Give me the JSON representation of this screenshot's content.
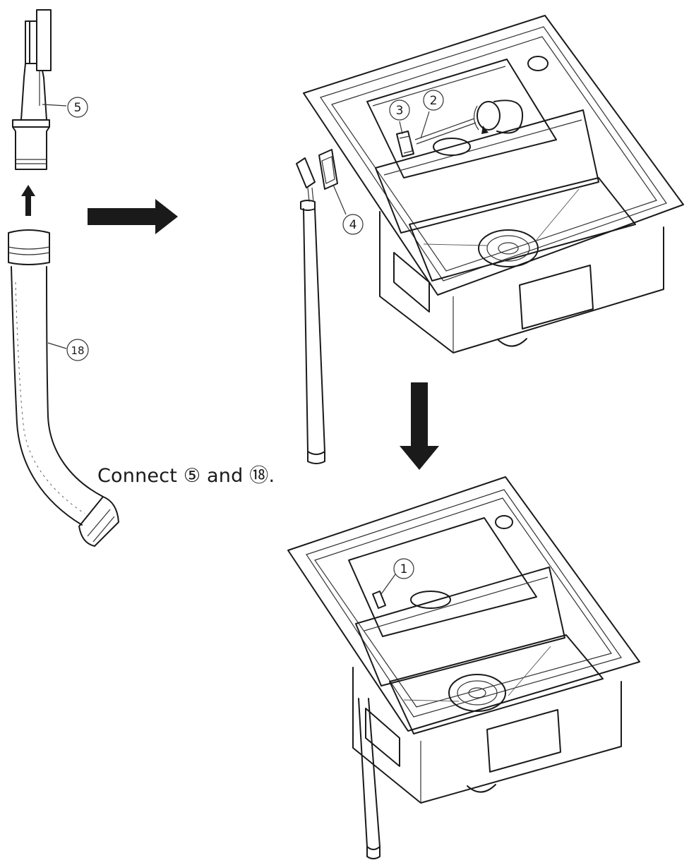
{
  "caption": {
    "prefix": "Connect",
    "part_a": "⑤",
    "joiner": "and",
    "part_b": "⑱",
    "suffix": "."
  },
  "callouts": {
    "c1": "1",
    "c2": "2",
    "c3": "3",
    "c4": "4",
    "c5": "5",
    "c18": "18"
  },
  "colors": {
    "ink": "#1a1a1a",
    "arrow": "#1a1a1a",
    "background": "#ffffff"
  },
  "icons": {
    "right_arrow": "right-arrow-icon",
    "down_arrow": "down-arrow-icon",
    "up_arrow": "up-arrow-icon"
  }
}
